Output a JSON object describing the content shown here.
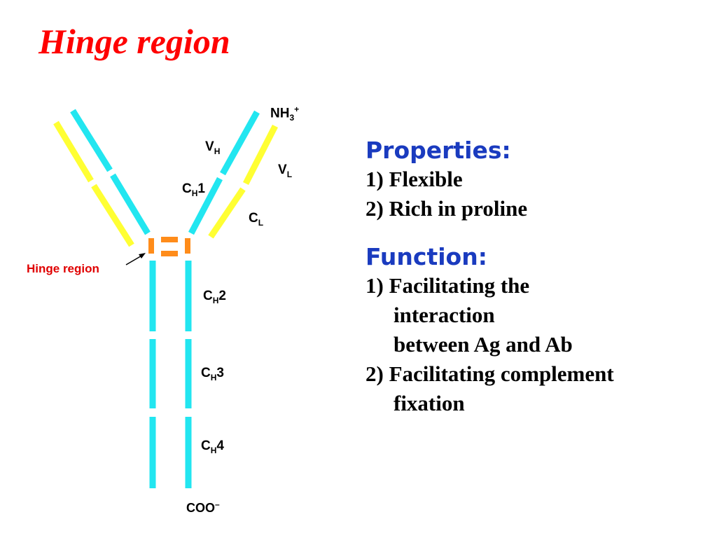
{
  "title": "Hinge  region",
  "labels": {
    "nh3": "NH",
    "nh3_sub": "3",
    "nh3_sup": "+",
    "vh_main": "V",
    "vh_sub": "H",
    "vl_main": "V",
    "vl_sub": "L",
    "ch1_main": "C",
    "ch1_sub": "H",
    "ch1_num": "1",
    "cl_main": "C",
    "cl_sub": "L",
    "ch2_main": "C",
    "ch2_sub": "H",
    "ch2_num": "2",
    "ch3_main": "C",
    "ch3_sub": "H",
    "ch3_num": "3",
    "ch4_main": "C",
    "ch4_sub": "H",
    "ch4_num": "4",
    "coo": "COO",
    "coo_sup": "–",
    "hinge_region": "Hinge region"
  },
  "properties": {
    "heading": "Properties:",
    "items": [
      "1) Flexible",
      "2) Rich  in  proline"
    ]
  },
  "function": {
    "heading": "Function:",
    "line1": "1) Facilitating  the",
    "line2": "interaction",
    "line3": "between  Ag  and  Ab",
    "line4": "2) Facilitating  complement",
    "line5": "fixation"
  },
  "colors": {
    "heavy_chain": "#22e6f0",
    "light_chain": "#ffff33",
    "hinge": "#ff8c1a",
    "title": "#ff0000",
    "heading": "#1a3bbf"
  }
}
